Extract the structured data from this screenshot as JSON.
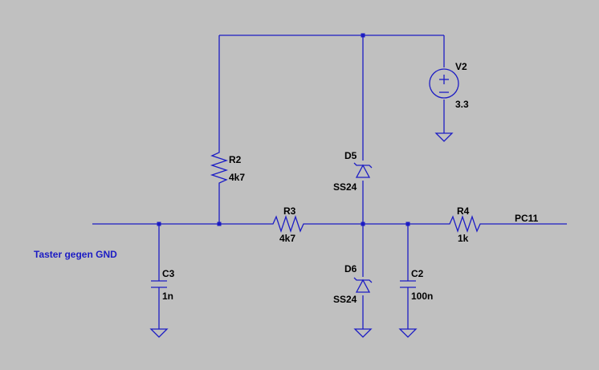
{
  "comment": "Taster gegen GND",
  "net_label": "PC11",
  "components": {
    "V2": {
      "name": "V2",
      "value": "3.3"
    },
    "R2": {
      "name": "R2",
      "value": "4k7"
    },
    "R3": {
      "name": "R3",
      "value": "4k7"
    },
    "R4": {
      "name": "R4",
      "value": "1k"
    },
    "D5": {
      "name": "D5",
      "value": "SS24"
    },
    "D6": {
      "name": "D6",
      "value": "SS24"
    },
    "C2": {
      "name": "C2",
      "value": "100n"
    },
    "C3": {
      "name": "C3",
      "value": "1n"
    }
  },
  "colors": {
    "background": "#c0c0c0",
    "wire": "#1c1cc4",
    "text": "#000000",
    "comment": "#1c1cc4"
  }
}
